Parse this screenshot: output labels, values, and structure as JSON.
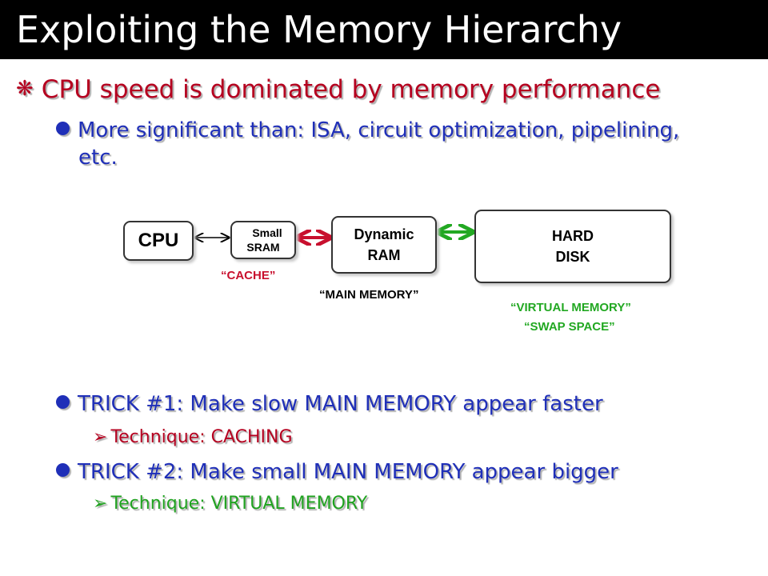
{
  "slide": {
    "title": "Exploiting the Memory Hierarchy",
    "bullets": {
      "main": {
        "marker": "❋",
        "text": "CPU speed is dominated by memory performance"
      },
      "sub1": {
        "line1": "More significant than: ISA, circuit optimization, pipelining,",
        "line2": "etc."
      },
      "trick1": {
        "text": "TRICK #1:  Make slow MAIN MEMORY appear faster"
      },
      "tech1": {
        "marker": "➢",
        "text": "Technique:  CACHING"
      },
      "trick2": {
        "text": "TRICK #2:  Make small MAIN MEMORY appear bigger"
      },
      "tech2": {
        "marker": "➢",
        "text": "Technique:  VIRTUAL MEMORY"
      }
    },
    "diagram": {
      "cpu": "CPU",
      "sram": {
        "line1": "Small",
        "line2": "SRAM"
      },
      "dram": {
        "line1": "Dynamic",
        "line2": "RAM"
      },
      "disk": {
        "line1": "HARD",
        "line2": "DISK"
      },
      "cache_label": "“CACHE”",
      "main_memory_label": "“MAIN MEMORY”",
      "virtual_memory_label": "“VIRTUAL MEMORY”",
      "swap_space_label": "“SWAP SPACE”"
    },
    "colors": {
      "title_bg": "#000000",
      "red": "#b5001f",
      "blue": "#1f2fb8",
      "green": "#1fa21f",
      "arrow_red": "#c8102e",
      "arrow_green": "#22a822"
    }
  }
}
